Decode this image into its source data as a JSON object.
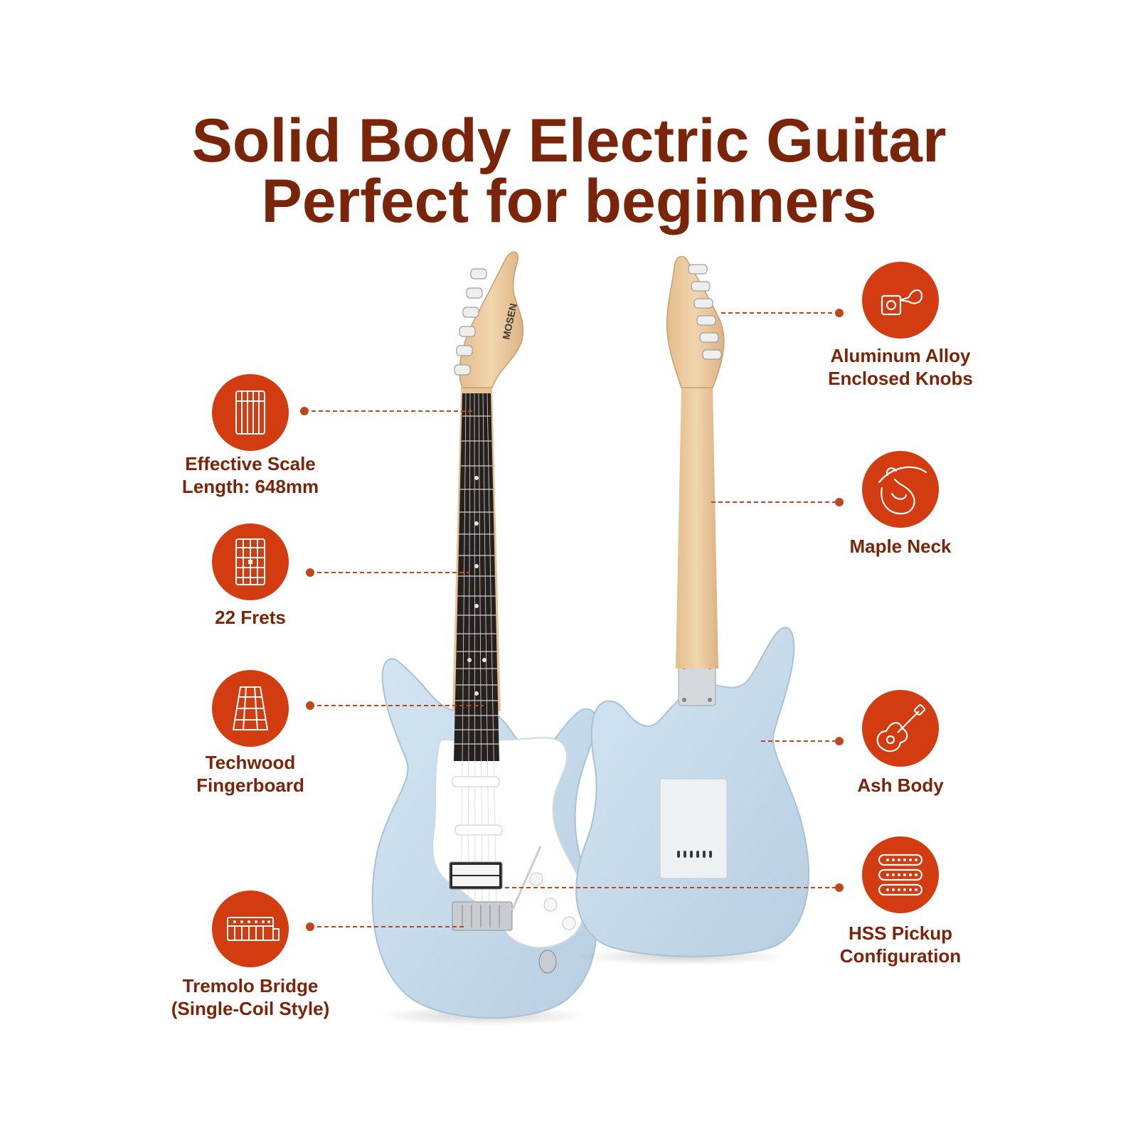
{
  "title": {
    "line1": "Solid Body Electric Guitar",
    "line2": "Perfect for beginners"
  },
  "colors": {
    "title": "#7a2509",
    "badge": "#d23c10",
    "leader": "#c0461e",
    "body_blue": "#c7dcec",
    "maple": "#e9c9a0",
    "fretboard": "#26211f",
    "pickguard": "#ffffff"
  },
  "brand": {
    "headstock_text": "MOSEN"
  },
  "features_left": [
    {
      "icon": "scale-length-icon",
      "label": "Effective Scale\nLength: 648mm"
    },
    {
      "icon": "frets-icon",
      "label": "22 Frets"
    },
    {
      "icon": "fingerboard-icon",
      "label": "Techwood\nFingerboard"
    },
    {
      "icon": "tremolo-bridge-icon",
      "label": "Tremolo Bridge\n(Single-Coil Style)"
    }
  ],
  "features_right": [
    {
      "icon": "tuning-knob-icon",
      "label": "Aluminum Alloy\nEnclosed Knobs"
    },
    {
      "icon": "hand-neck-icon",
      "label": "Maple Neck"
    },
    {
      "icon": "guitar-body-icon",
      "label": "Ash Body"
    },
    {
      "icon": "pickup-icon",
      "label": "HSS Pickup\nConfiguration"
    }
  ]
}
